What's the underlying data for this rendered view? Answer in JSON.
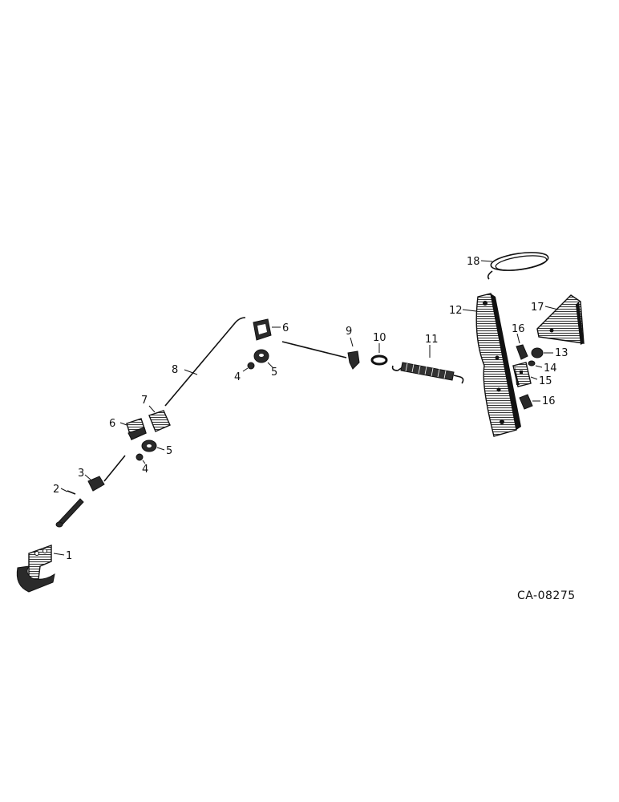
{
  "drawing_code": "CA-08275",
  "callouts": {
    "c1": "1",
    "c2": "2",
    "c3": "3",
    "c4a": "4",
    "c4b": "4",
    "c5a": "5",
    "c5b": "5",
    "c6a": "6",
    "c6b": "6",
    "c7": "7",
    "c8": "8",
    "c9": "9",
    "c10": "10",
    "c11": "11",
    "c12": "12",
    "c13": "13",
    "c14": "14",
    "c15": "15",
    "c16a": "16",
    "c16b": "16",
    "c17": "17",
    "c18": "18"
  }
}
